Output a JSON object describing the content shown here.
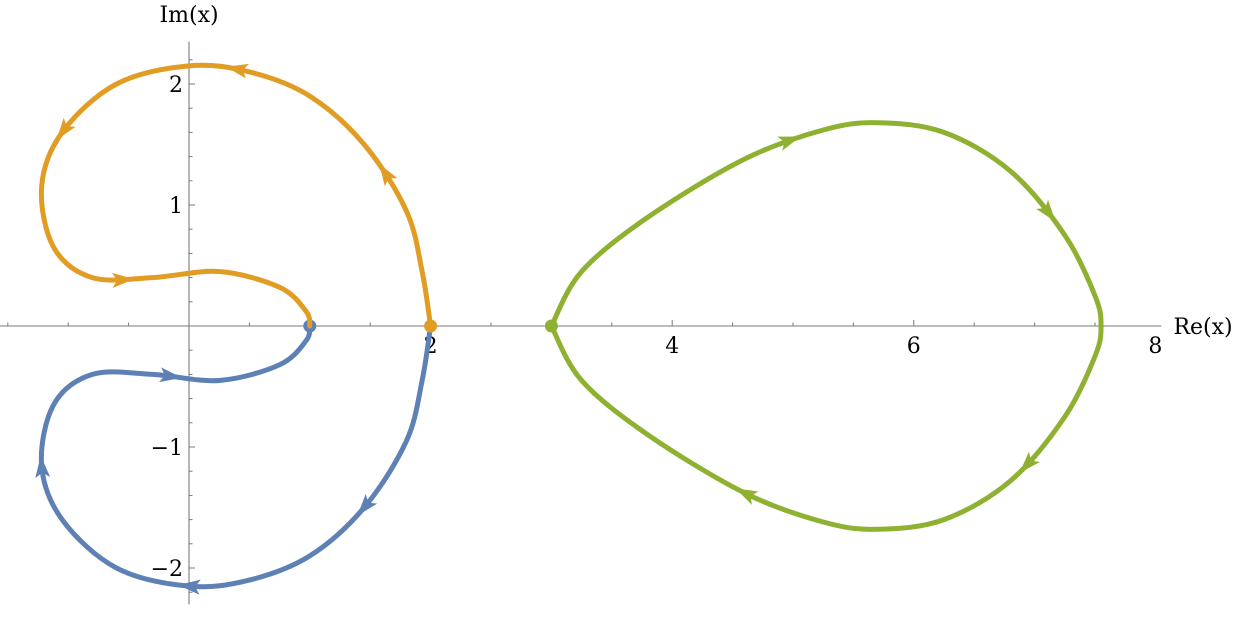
{
  "chart_data": {
    "type": "line",
    "xlabel": "Re(x)",
    "ylabel": "Im(x)",
    "xlim": [
      -1.55,
      8.05
    ],
    "ylim": [
      -2.3,
      2.35
    ],
    "x_ticks": [
      {
        "value": 2,
        "label": "2"
      },
      {
        "value": 4,
        "label": "4"
      },
      {
        "value": 6,
        "label": "6"
      },
      {
        "value": 8,
        "label": "8"
      }
    ],
    "y_ticks": [
      {
        "value": 2,
        "label": "2"
      },
      {
        "value": 1,
        "label": "1"
      },
      {
        "value": -1,
        "label": "−1"
      },
      {
        "value": -2,
        "label": "−2"
      }
    ],
    "grid": false,
    "series": [
      {
        "color": "#5E81B5",
        "start_point": [
          1,
          0
        ],
        "points": [
          [
            2,
            0
          ],
          [
            1.93,
            -0.45
          ],
          [
            1.8,
            -0.95
          ],
          [
            1.45,
            -1.5
          ],
          [
            1.0,
            -1.9
          ],
          [
            0.5,
            -2.1
          ],
          [
            0.0,
            -2.15
          ],
          [
            -0.6,
            -2.0
          ],
          [
            -1.05,
            -1.6
          ],
          [
            -1.22,
            -1.15
          ],
          [
            -1.12,
            -0.65
          ],
          [
            -0.8,
            -0.4
          ],
          [
            -0.3,
            -0.4
          ],
          [
            0.25,
            -0.45
          ],
          [
            0.75,
            -0.32
          ],
          [
            0.97,
            -0.12
          ],
          [
            1,
            0
          ]
        ],
        "arrows": [
          [
            1.45,
            -1.5
          ],
          [
            0.0,
            -2.15
          ],
          [
            -1.1,
            -1.15
          ],
          [
            -0.15,
            -0.42
          ]
        ]
      },
      {
        "color": "#E19C24",
        "start_point": [
          2,
          0
        ],
        "points": [
          [
            2,
            0
          ],
          [
            1.93,
            0.45
          ],
          [
            1.8,
            0.95
          ],
          [
            1.45,
            1.5
          ],
          [
            1.0,
            1.9
          ],
          [
            0.5,
            2.1
          ],
          [
            0.0,
            2.15
          ],
          [
            -0.6,
            2.0
          ],
          [
            -1.05,
            1.6
          ],
          [
            -1.22,
            1.15
          ],
          [
            -1.12,
            0.65
          ],
          [
            -0.8,
            0.4
          ],
          [
            -0.3,
            0.4
          ],
          [
            0.25,
            0.45
          ],
          [
            0.75,
            0.32
          ],
          [
            0.97,
            0.12
          ],
          [
            1,
            0
          ]
        ],
        "arrows": [
          [
            1.6,
            1.25
          ],
          [
            0.4,
            2.15
          ],
          [
            -0.95,
            1.55
          ],
          [
            -0.55,
            0.38
          ]
        ]
      },
      {
        "color": "#8FB131",
        "start_point": [
          3,
          0
        ],
        "points": [
          [
            3,
            0
          ],
          [
            3.25,
            0.45
          ],
          [
            3.8,
            0.9
          ],
          [
            4.6,
            1.38
          ],
          [
            5.25,
            1.62
          ],
          [
            5.7,
            1.68
          ],
          [
            6.25,
            1.6
          ],
          [
            6.8,
            1.28
          ],
          [
            7.25,
            0.75
          ],
          [
            7.5,
            0.25
          ],
          [
            7.55,
            0
          ],
          [
            7.5,
            -0.25
          ],
          [
            7.25,
            -0.75
          ],
          [
            6.8,
            -1.28
          ],
          [
            6.25,
            -1.6
          ],
          [
            5.7,
            -1.68
          ],
          [
            5.25,
            -1.62
          ],
          [
            4.6,
            -1.38
          ],
          [
            3.8,
            -0.9
          ],
          [
            3.25,
            -0.45
          ],
          [
            3,
            0
          ]
        ],
        "arrows": [
          [
            7.2,
            1.0
          ],
          [
            4.95,
            1.6
          ],
          [
            4.55,
            -1.5
          ],
          [
            7.05,
            -1.25
          ]
        ]
      }
    ]
  }
}
